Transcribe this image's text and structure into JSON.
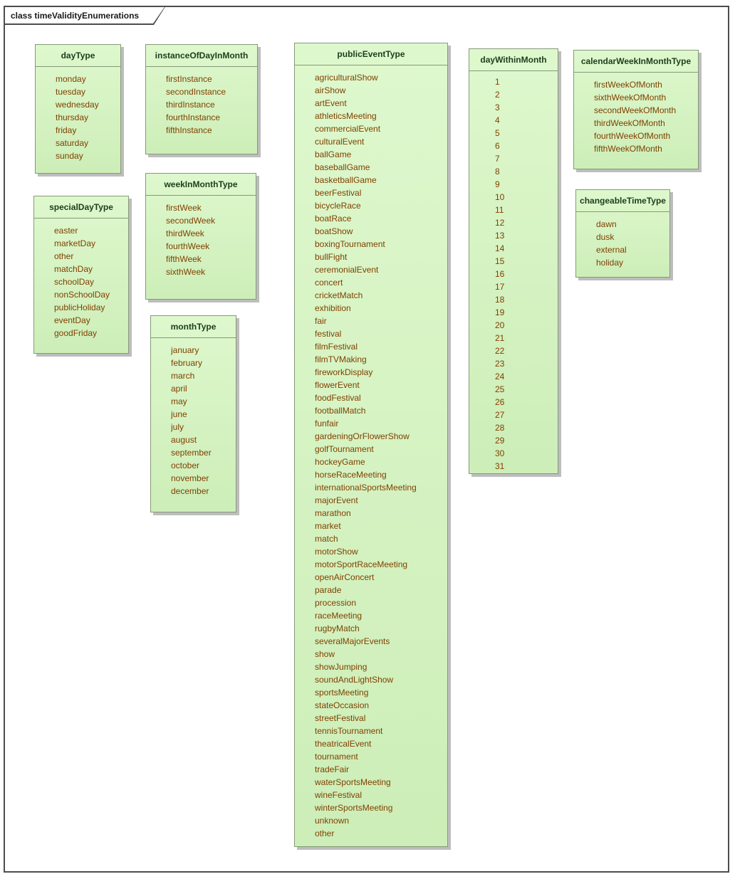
{
  "frame": {
    "label": "class timeValidityEnumerations"
  },
  "boxes": [
    {
      "title": "dayType",
      "items": [
        "monday",
        "tuesday",
        "wednesday",
        "thursday",
        "friday",
        "saturday",
        "sunday"
      ]
    },
    {
      "title": "instanceOfDayInMonth",
      "items": [
        "firstInstance",
        "secondInstance",
        "thirdInstance",
        "fourthInstance",
        "fifthInstance"
      ]
    },
    {
      "title": "specialDayType",
      "items": [
        "easter",
        "marketDay",
        "other",
        "matchDay",
        "schoolDay",
        "nonSchoolDay",
        "publicHoliday",
        "eventDay",
        "goodFriday"
      ]
    },
    {
      "title": "weekInMonthType",
      "items": [
        "firstWeek",
        "secondWeek",
        "thirdWeek",
        "fourthWeek",
        "fifthWeek",
        "sixthWeek"
      ]
    },
    {
      "title": "monthType",
      "items": [
        "january",
        "february",
        "march",
        "april",
        "may",
        "june",
        "july",
        "august",
        "september",
        "october",
        "november",
        "december"
      ]
    },
    {
      "title": "publicEventType",
      "items": [
        "agriculturalShow",
        "airShow",
        "artEvent",
        "athleticsMeeting",
        "commercialEvent",
        "culturalEvent",
        "ballGame",
        "baseballGame",
        "basketballGame",
        "beerFestival",
        "bicycleRace",
        "boatRace",
        "boatShow",
        "boxingTournament",
        "bullFight",
        "ceremonialEvent",
        "concert",
        "cricketMatch",
        "exhibition",
        "fair",
        "festival",
        "filmFestival",
        "filmTVMaking",
        "fireworkDisplay",
        "flowerEvent",
        "foodFestival",
        "footballMatch",
        "funfair",
        "gardeningOrFlowerShow",
        "golfTournament",
        "hockeyGame",
        "horseRaceMeeting",
        "internationalSportsMeeting",
        "majorEvent",
        "marathon",
        "market",
        "match",
        "motorShow",
        "motorSportRaceMeeting",
        "openAirConcert",
        "parade",
        "procession",
        "raceMeeting",
        "rugbyMatch",
        "severalMajorEvents",
        "show",
        "showJumping",
        "soundAndLightShow",
        "sportsMeeting",
        "stateOccasion",
        "streetFestival",
        "tennisTournament",
        "theatricalEvent",
        "tournament",
        "tradeFair",
        "waterSportsMeeting",
        "wineFestival",
        "winterSportsMeeting",
        "unknown",
        "other"
      ]
    },
    {
      "title": "dayWithinMonth",
      "items": [
        "1",
        "2",
        "3",
        "4",
        "5",
        "6",
        "7",
        "8",
        "9",
        "10",
        "11",
        "12",
        "13",
        "14",
        "15",
        "16",
        "17",
        "18",
        "19",
        "20",
        "21",
        "22",
        "23",
        "24",
        "25",
        "26",
        "27",
        "28",
        "29",
        "30",
        "31"
      ]
    },
    {
      "title": "calendarWeekInMonthType",
      "items": [
        "firstWeekOfMonth",
        "sixthWeekOfMonth",
        "secondWeekOfMonth",
        "thirdWeekOfMonth",
        "fourthWeekOfMonth",
        "fifthWeekOfMonth"
      ]
    },
    {
      "title": "changeableTimeType",
      "items": [
        "dawn",
        "dusk",
        "external",
        "holiday"
      ]
    }
  ]
}
